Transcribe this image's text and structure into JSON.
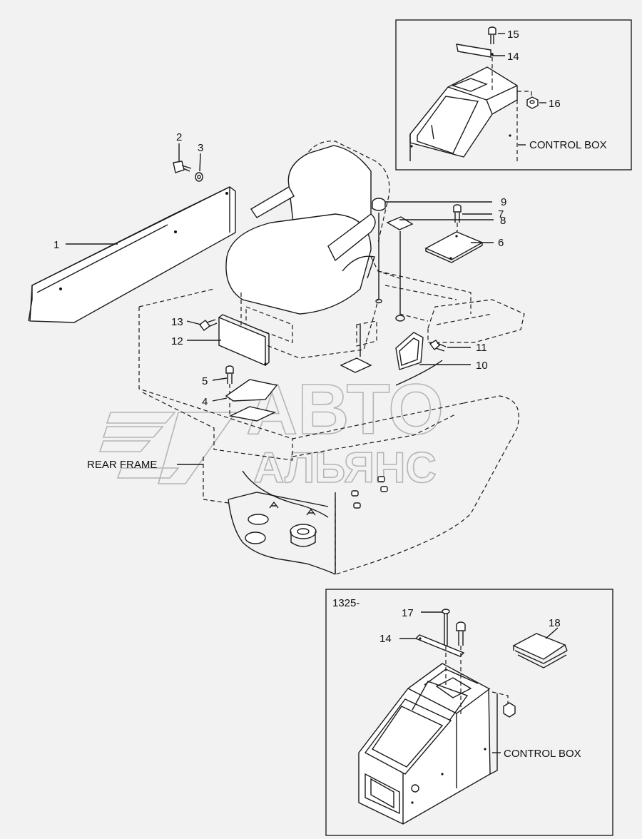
{
  "labels": {
    "n1": "1",
    "n2": "2",
    "n3": "3",
    "n4": "4",
    "n5": "5",
    "n6": "6",
    "n7": "7",
    "n8": "8",
    "n9": "9",
    "n10": "10",
    "n11": "11",
    "n12": "12",
    "n13": "13",
    "n14": "14",
    "n15": "15",
    "n16": "16",
    "n14b": "14",
    "n17": "17",
    "n18": "18",
    "rear_frame": "REAR FRAME",
    "control_box_top": "CONTROL BOX",
    "control_box_bottom": "CONTROL BOX",
    "inset_serial": "1325-"
  },
  "watermark": {
    "line1": "АВТО",
    "line2": "АЛЬЯНС"
  }
}
